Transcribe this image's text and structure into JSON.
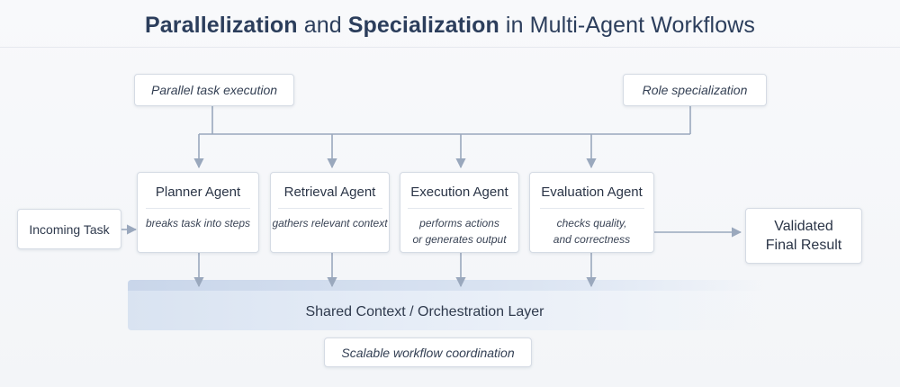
{
  "header": {
    "title_part1": "Parallelization",
    "title_part2": " and ",
    "title_part3": "Specialization",
    "title_part4": " in Multi-Agent Workflows"
  },
  "top_labels": {
    "left": "Parallel task execution",
    "right": "Role specialization"
  },
  "input": {
    "label": "Incoming Task"
  },
  "agents": [
    {
      "name": "Planner Agent",
      "desc_line1": "breaks task into steps",
      "desc_line2": ""
    },
    {
      "name": "Retrieval Agent",
      "desc_line1": "gathers relevant context",
      "desc_line2": ""
    },
    {
      "name": "Execution Agent",
      "desc_line1": "performs actions",
      "desc_line2": "or generates output"
    },
    {
      "name": "Evaluation Agent",
      "desc_line1": "checks quality,",
      "desc_line2": "and correctness"
    }
  ],
  "output": {
    "line1": "Validated",
    "line2": "Final Result"
  },
  "layer": {
    "label": "Shared Context / Orchestration Layer"
  },
  "footer": {
    "label": "Scalable workflow coordination"
  },
  "colors": {
    "connector": "#9aa8bd",
    "title": "#2c3e5c",
    "layer": "#dde6f2"
  }
}
